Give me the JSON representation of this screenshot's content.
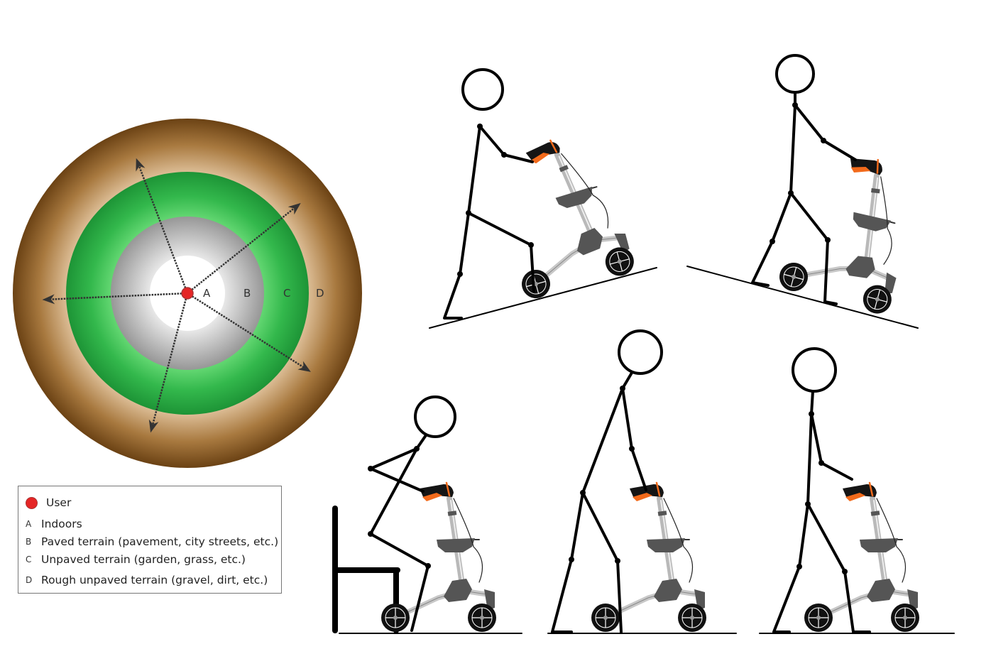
{
  "target": {
    "zone_labels": [
      "A",
      "B",
      "C",
      "D"
    ],
    "colors": {
      "user": "#e52525",
      "indoors": "#ffffff",
      "paved": "#b5b5b5",
      "unpaved": "#2fb04a",
      "rough": "#7a4e1f"
    }
  },
  "legend": {
    "user_label": "User",
    "items": [
      {
        "key": "A",
        "label": "Indoors"
      },
      {
        "key": "B",
        "label": "Paved terrain (pavement, city streets, etc.)"
      },
      {
        "key": "C",
        "label": "Unpaved terrain (garden, grass, etc.)"
      },
      {
        "key": "D",
        "label": "Rough unpaved terrain (gravel, dirt, etc.)"
      }
    ]
  },
  "scenes": [
    "walking-uphill",
    "walking-downhill",
    "sitting-down-standing-up",
    "walking-far-from-walker",
    "walking-upright-with-walker"
  ]
}
